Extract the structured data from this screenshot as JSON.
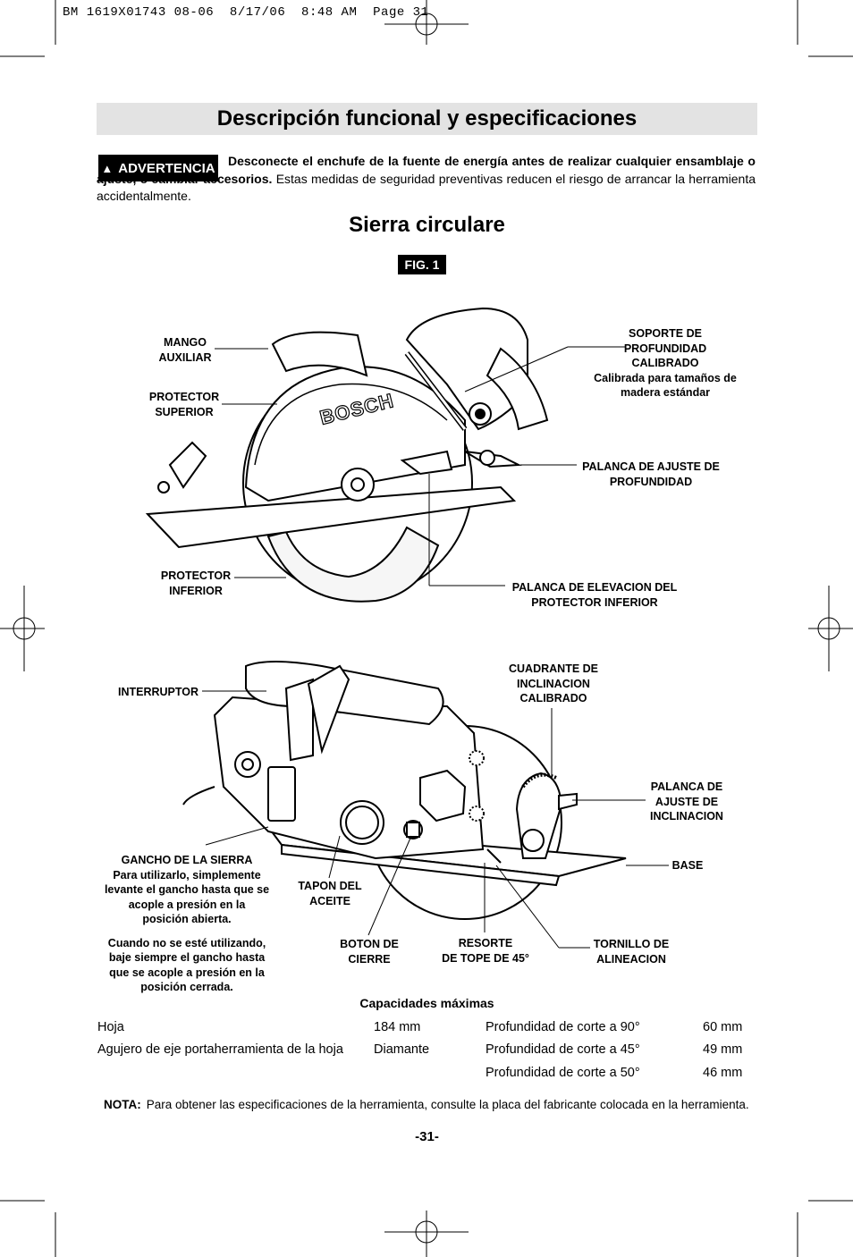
{
  "header": {
    "print_info": "BM 1619X01743 08-06  8/17/06  8:48 AM  Page 31"
  },
  "title": "Descripción funcional y especificaciones",
  "warning": {
    "badge": "ADVERTENCIA",
    "bold_text": "Desconecte el enchufe de la fuente de energía antes de realizar cualquier ensamblaje o ajuste, o cambiar accesorios.",
    "text": "Estas medidas de seguridad preventivas reducen el riesgo de arrancar la herramienta accidentalmente."
  },
  "section_title": "Sierra circulare",
  "figure_label": "FIG. 1",
  "callouts_top": {
    "mango": [
      "MANGO",
      "AUXILIAR"
    ],
    "protector_superior": [
      "PROTECTOR",
      "SUPERIOR"
    ],
    "protector_inferior": [
      "PROTECTOR",
      "INFERIOR"
    ],
    "soporte": [
      "SOPORTE DE",
      "PROFUNDIDAD",
      "CALIBRADO",
      "Calibrada para tamaños de",
      "madera estándar"
    ],
    "palanca_profundidad": [
      "PALANCA DE AJUSTE DE",
      "PROFUNDIDAD"
    ],
    "palanca_elevacion": [
      "PALANCA DE ELEVACION DEL",
      "PROTECTOR INFERIOR"
    ],
    "brand": "BOSCH"
  },
  "callouts_bottom": {
    "interruptor": "INTERRUPTOR",
    "cuadrante": [
      "CUADRANTE DE",
      "INCLINACION",
      "CALIBRADO"
    ],
    "palanca_inclinacion": [
      "PALANCA DE",
      "AJUSTE DE",
      "INCLINACION"
    ],
    "base": "BASE",
    "gancho": [
      "GANCHO DE LA SIERRA",
      "Para utilizarlo, simplemente",
      "levante el gancho hasta que se",
      "acople a presión en la",
      "posición abierta."
    ],
    "gancho_2": [
      "Cuando no se esté utilizando,",
      "baje siempre el gancho hasta",
      "que se acople a presión en la",
      "posición cerrada."
    ],
    "tapon": [
      "TAPON DEL",
      "ACEITE"
    ],
    "boton": [
      "BOTON DE",
      "CIERRE"
    ],
    "resorte": [
      "RESORTE",
      "DE TOPE DE 45°"
    ],
    "tornillo": [
      "TORNILLO DE",
      "ALINEACION"
    ]
  },
  "capacities": {
    "title": "Capacidades máximas",
    "left": [
      {
        "label": "Hoja",
        "value": "184 mm"
      },
      {
        "label": "Agujero de eje portaherramienta de la hoja",
        "value": "Diamante"
      }
    ],
    "right": [
      {
        "label": "Profundidad de corte a 90°",
        "value": "60 mm"
      },
      {
        "label": "Profundidad de corte a 45°",
        "value": "49 mm"
      },
      {
        "label": "Profundidad de corte a 50°",
        "value": "46 mm"
      }
    ]
  },
  "note": {
    "label": "NOTA:",
    "text": "Para obtener las especificaciones de la herramienta, consulte la placa del fabricante colocada en la herramienta."
  },
  "page_number": "-31-"
}
